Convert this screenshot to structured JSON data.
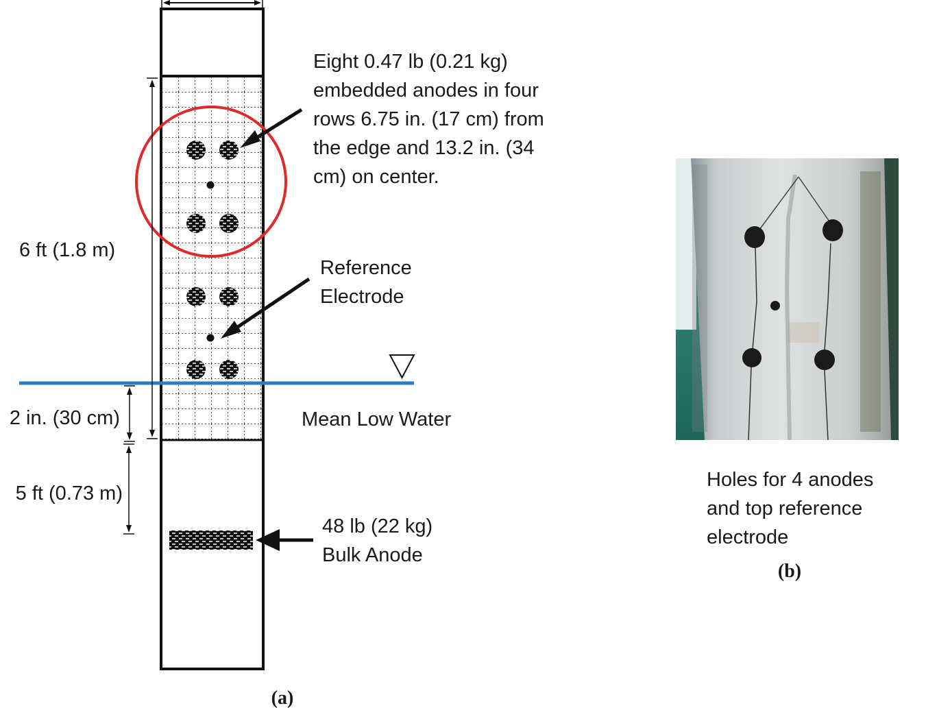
{
  "diagram": {
    "embedded_anodes_note": [
      "Eight 0.47 lb (0.21 kg)",
      "embedded anodes in four",
      "rows 6.75 in. (17 cm) from",
      "the edge and 13.2 in. (34",
      "cm) on center."
    ],
    "reference_electrode_note": [
      "Reference",
      "Electrode"
    ],
    "water_level_label": "Mean Low Water",
    "bulk_anode_note": [
      "48 lb (22 kg)",
      "Bulk Anode"
    ],
    "dim_jacket_height": "6 ft (1.8 m)",
    "dim_below_water": "2 in. (30 cm)",
    "dim_bulk_anode_depth": "5 ft (0.73 m)",
    "caption": "(a)",
    "colors": {
      "water_line": "#2f7bbf",
      "highlight_circle": "#e02a2a",
      "ink": "#1a1a1a"
    }
  },
  "photo": {
    "caption_lines": [
      "Holes for 4 anodes",
      "and top reference",
      "electrode"
    ],
    "caption": "(b)"
  }
}
